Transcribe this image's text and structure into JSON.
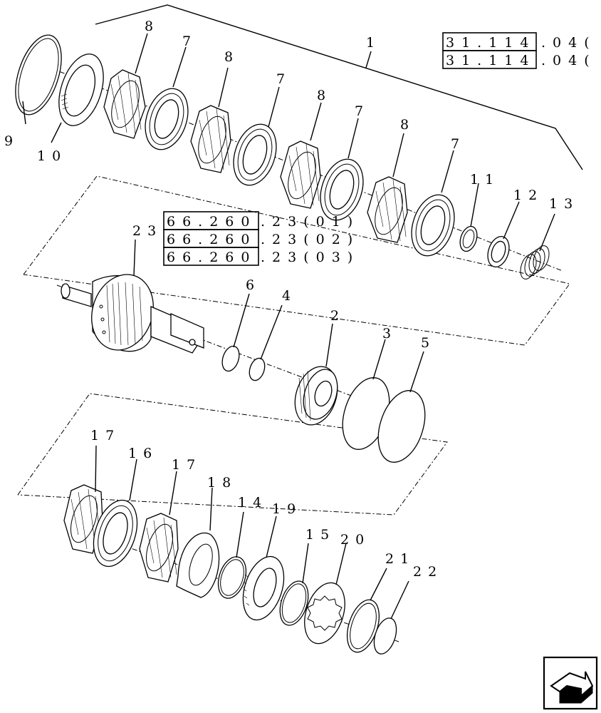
{
  "callouts": {
    "c1": "1",
    "c2": "2",
    "c3": "3",
    "c4": "4",
    "c5": "5",
    "c6": "6",
    "c7": "7",
    "c8": "8",
    "c9": "9",
    "c10": "10",
    "c11": "11",
    "c12": "12",
    "c13": "13",
    "c14": "14",
    "c15": "15",
    "c16": "16",
    "c17": "17",
    "c18": "18",
    "c19": "19",
    "c20": "20",
    "c21": "21",
    "c22": "22",
    "c23": "23"
  },
  "references": {
    "ref_31_a_box": "31.114",
    "ref_31_a_tail": ".04(",
    "ref_31_b_box": "31.114",
    "ref_31_b_tail": ".04(",
    "ref_66_a_box": "66.260",
    "ref_66_a_tail": ".23(01)",
    "ref_66_b_box": "66.260",
    "ref_66_b_tail": ".23(02)",
    "ref_66_c_box": "66.260",
    "ref_66_c_tail": ".23(03)"
  },
  "nav_icon": "next-page-arrow-icon"
}
